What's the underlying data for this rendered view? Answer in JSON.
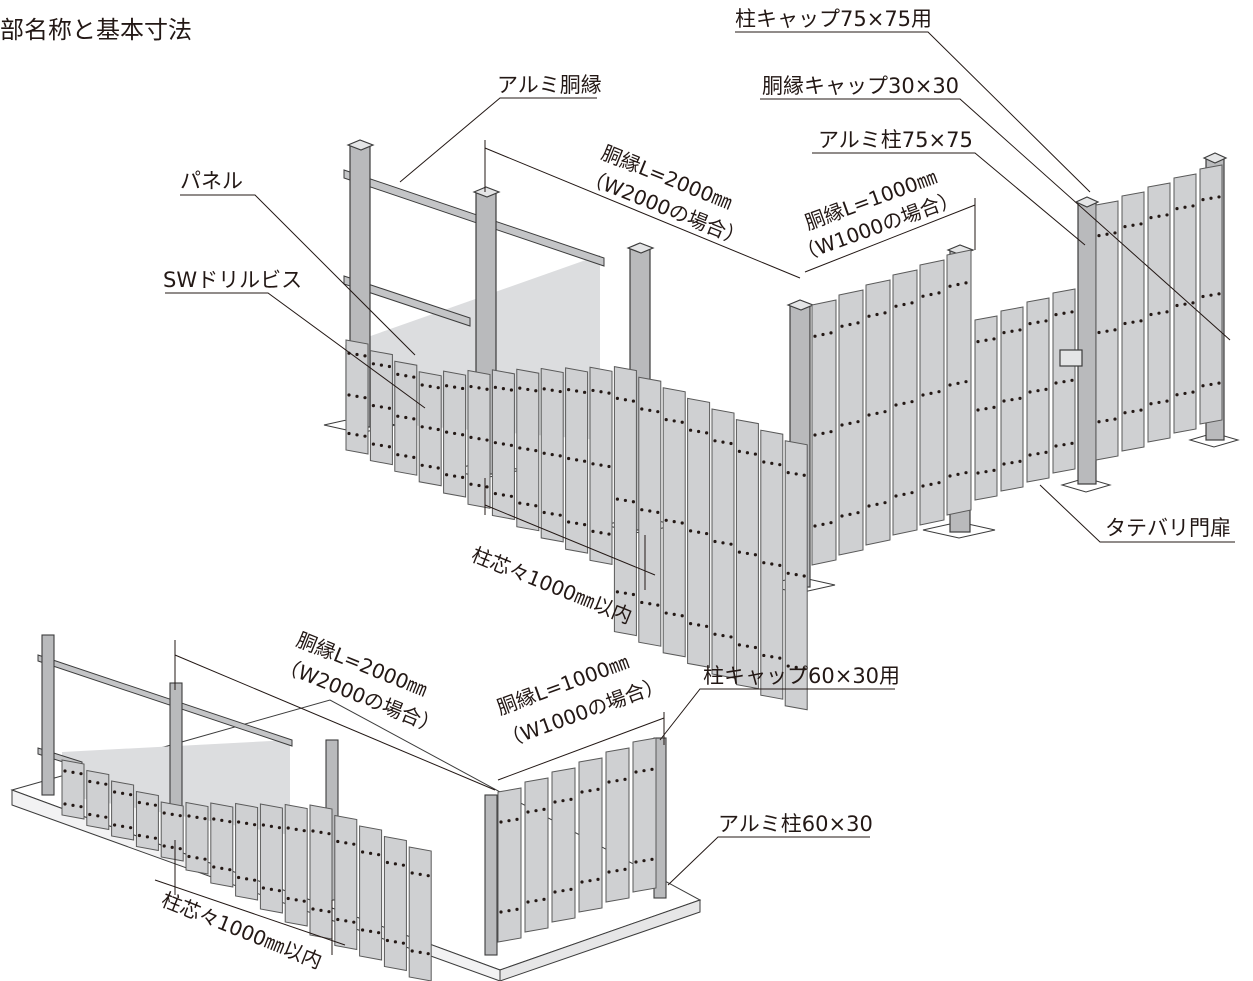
{
  "title": "部名称と基本寸法",
  "colors": {
    "panel": "#cfd0d2",
    "panel_edge": "#5a5a5a",
    "post": "#b9babc",
    "post_edge": "#3c3c3c",
    "rail": "#c4c5c7",
    "ground": "#ffffff",
    "line": "#231815",
    "screw": "#231815"
  },
  "upper": {
    "labels": {
      "rail": "アルミ胴縁",
      "panel": "パネル",
      "screw": "SWドリルビス",
      "post_cap": "柱キャップ75×75用",
      "rail_cap": "胴縁キャップ30×30",
      "post": "アルミ柱75×75",
      "gate": "タテバリ門扉"
    },
    "dims": {
      "rail_long_1": "胴縁L=2000㎜",
      "rail_long_2": "（W2000の場合）",
      "rail_short_1": "胴縁L=1000㎜",
      "rail_short_2": "（W1000の場合）",
      "pitch": "柱芯々1000㎜以内"
    }
  },
  "lower": {
    "labels": {
      "post_cap": "柱キャップ60×30用",
      "post": "アルミ柱60×30"
    },
    "dims": {
      "rail_long_1": "胴縁L=2000㎜",
      "rail_long_2": "（W2000の場合）",
      "rail_short_1": "胴縁L=1000㎜",
      "rail_short_2": "（W1000の場合）",
      "pitch": "柱芯々1000㎜以内"
    }
  }
}
